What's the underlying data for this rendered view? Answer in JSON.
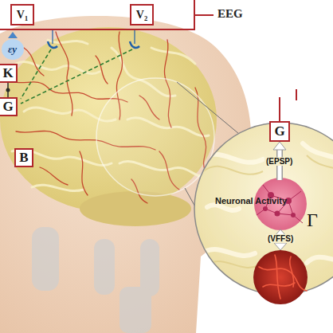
{
  "diagram": {
    "nodes": [
      {
        "text": [
          "EEG"
        ]
      },
      {
        "text": [
          "V₁"
        ],
        "in": 0
      },
      {
        "text": [
          "V₂"
        ],
        "in": 0
      },
      {
        "text": [
          "K"
        ]
      },
      {
        "text": [
          "G"
        ]
      },
      {
        "text": [
          "B"
        ]
      },
      {
        "text": [
          "G"
        ]
      },
      {
        "text": [
          "Neuronal Activity"
        ]
      }
    ],
    "edges": [
      {
        "from": 3,
        "to": 4,
        "arrow": "none"
      },
      {
        "from": 7,
        "to": 6,
        "label": "(EPSP)",
        "arrow": "to"
      }
    ],
    "labels": [
      "εy",
      "(VFFS)",
      "Γ"
    ]
  }
}
